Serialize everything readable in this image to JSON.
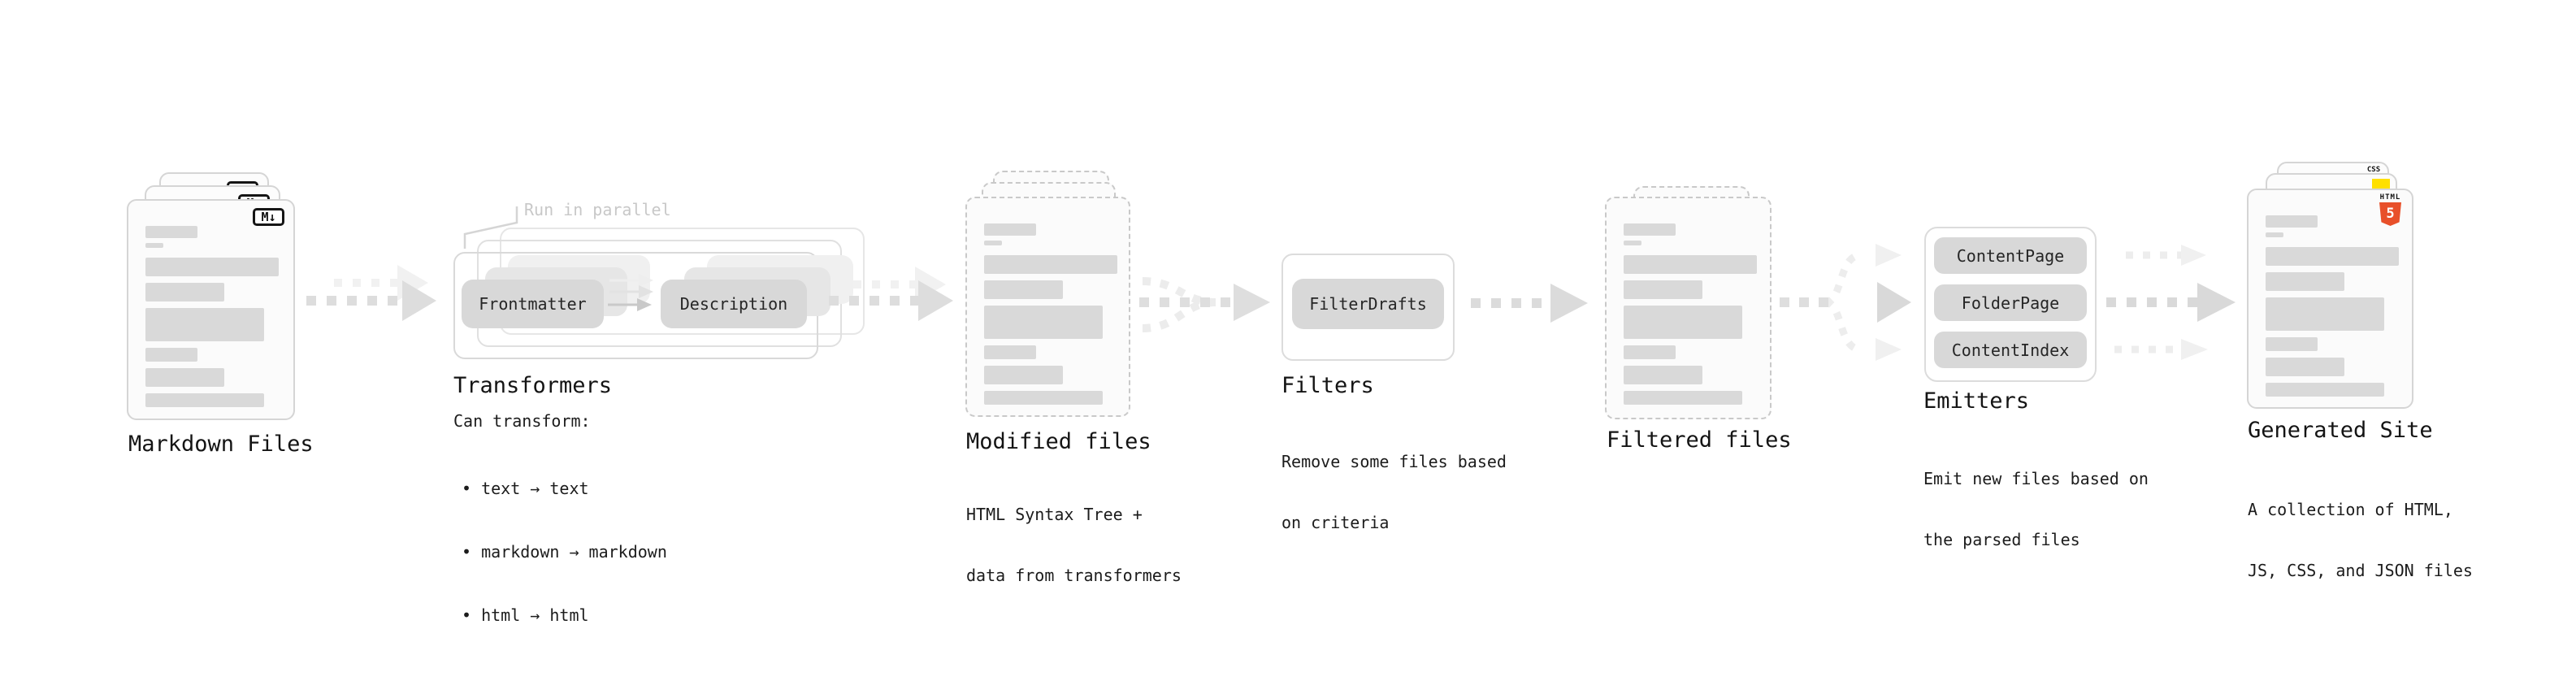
{
  "stages": {
    "markdown": {
      "label": "Markdown Files",
      "badge": "M↓"
    },
    "transformers": {
      "annotation": "Run in parallel",
      "pill_left": "Frontmatter",
      "pill_right": "Description",
      "label": "Transformers",
      "caption_title": "Can transform:",
      "bullets": [
        "• text → text",
        "• markdown → markdown",
        "• html → html"
      ]
    },
    "modified": {
      "label": "Modified files",
      "caption_line1": "HTML Syntax Tree +",
      "caption_line2": "data from transformers"
    },
    "filters": {
      "label": "Filters",
      "pill": "FilterDrafts",
      "caption_line1": "Remove some files based",
      "caption_line2": "on criteria"
    },
    "filtered": {
      "label": "Filtered files"
    },
    "emitters": {
      "label": "Emitters",
      "pills": [
        "ContentPage",
        "FolderPage",
        "ContentIndex"
      ],
      "caption_line1": "Emit new files based on",
      "caption_line2": "the parsed files"
    },
    "generated": {
      "label": "Generated Site",
      "caption_line1": "A collection of HTML,",
      "caption_line2": "JS, CSS, and JSON files",
      "css_badge": "CSS",
      "html_badge_top": "HTML",
      "html_badge_number": "5"
    }
  },
  "colors": {
    "accent_css_blue": "#2965f1",
    "accent_js_yellow": "#ffe000",
    "accent_html5_orange": "#e8502a",
    "text": "#141414",
    "muted_annotation": "#c8c8c8"
  }
}
